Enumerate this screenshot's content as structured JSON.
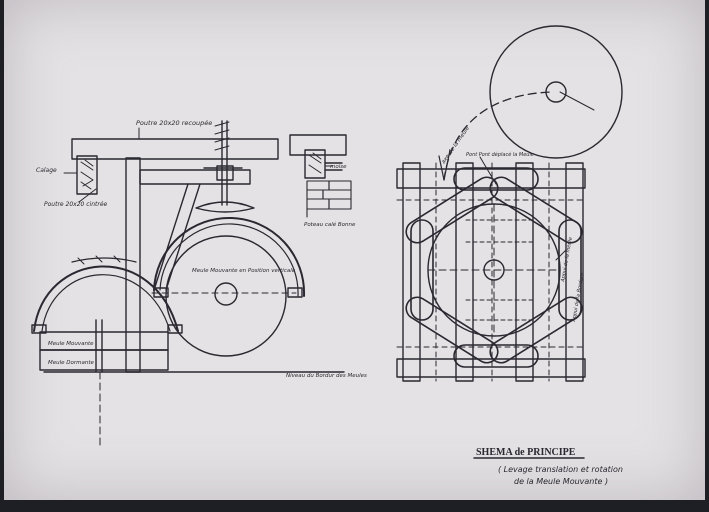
{
  "labels": {
    "poutre_recoupee": "Poutre 20x20 recoupée",
    "calage": "Calage",
    "poutre_cintree": "Poutre 20x20 cintrée",
    "meule_verticale": "Meule Mouvante en Position verticale",
    "meule_mouvante": "Meule Mouvante",
    "meule_dormante": "Meule Dormante",
    "niveau_bordure": "Niveau du Bordur des Meules",
    "poteau_cale": "Poteau calé Bonne",
    "moise": "moise",
    "axe_meule": "axe de la meule",
    "pont_deplace": "Pont Pont déplacé la Meule",
    "appui_meule": "Appui de la meule",
    "appui_bord": "Appui de la Bordure"
  },
  "title": {
    "main": "SHEMA de PRINCIPE",
    "sub1": "( Levage translation et rotation",
    "sub2": "de la Meule Mouvante )"
  },
  "colors": {
    "ink": "#2a2830",
    "paper": "#e4e2e4",
    "backdrop": "#1e1f24"
  }
}
